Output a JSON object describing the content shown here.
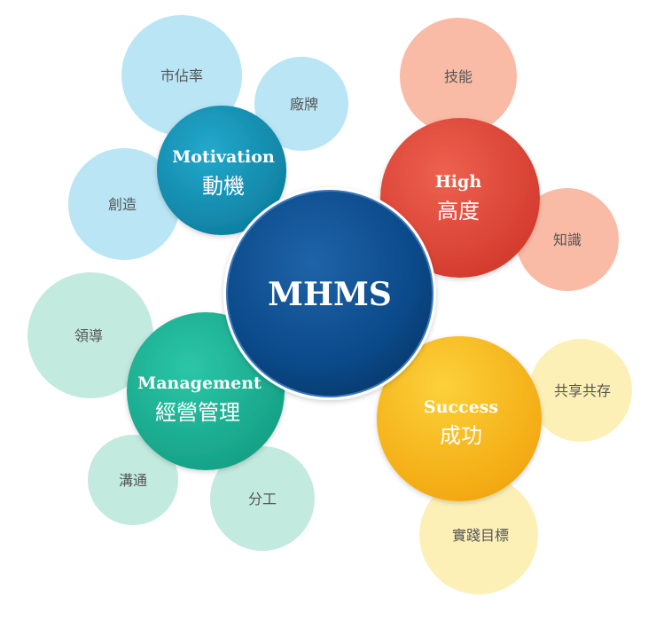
{
  "center": {
    "label": "MHMS",
    "color": "#0b4a8a"
  },
  "hubs": [
    {
      "id": "motivation",
      "en": "Motivation",
      "zh": "動機",
      "color": "#1591b3",
      "satellite_color": "#b9e5f5",
      "satellites": [
        "市佔率",
        "廠牌",
        "創造"
      ]
    },
    {
      "id": "high",
      "en": "High",
      "zh": "高度",
      "color": "#e24a3a",
      "satellite_color": "#f9bba6",
      "satellites": [
        "技能",
        "知識"
      ]
    },
    {
      "id": "management",
      "en": "Management",
      "zh": "經營管理",
      "color": "#1cb597",
      "satellite_color": "#c3eadf",
      "satellites": [
        "領導",
        "溝通",
        "分工"
      ]
    },
    {
      "id": "success",
      "en": "Success",
      "zh": "成功",
      "color": "#f7b21a",
      "satellite_color": "#fdf0b6",
      "satellites": [
        "共享共存",
        "實踐目標"
      ]
    }
  ]
}
